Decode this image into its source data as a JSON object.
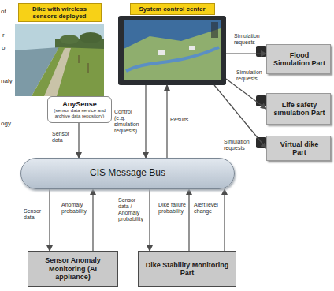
{
  "diagram": {
    "nodes": [
      {
        "text": [
          "Dike with wireless sensors deployed"
        ]
      },
      {
        "text": [
          "System control center"
        ]
      },
      {
        "text": [
          "Flood Simulation Part"
        ]
      },
      {
        "text": [
          "AnySense",
          "(sensor data service and archive data repository)"
        ]
      },
      {
        "text": [
          "Life safety simulation Part"
        ]
      },
      {
        "text": [
          "Virtual dike Part"
        ]
      },
      {
        "text": [
          "CIS Message Bus"
        ]
      },
      {
        "text": [
          "Sensor Anomaly Monitoring (AI appliance)"
        ]
      },
      {
        "text": [
          "Dike Stability Monitoring Part"
        ]
      }
    ],
    "edges": [
      {
        "from": 1,
        "to": 2,
        "label": "Simulation requests",
        "arrow": "to"
      },
      {
        "from": 1,
        "to": 4,
        "label": "Simulation requests",
        "arrow": "to"
      },
      {
        "from": 1,
        "to": 5,
        "label": "Simulation requests",
        "arrow": "to"
      },
      {
        "from": 3,
        "to": 6,
        "label": "Sensor data",
        "arrow": "to"
      },
      {
        "from": 1,
        "to": 6,
        "label": "Control (e.g. simulation requests)",
        "arrow": "to"
      },
      {
        "from": 6,
        "to": 1,
        "label": "Results",
        "arrow": "to"
      },
      {
        "from": 6,
        "to": 7,
        "label": "Sensor data",
        "arrow": "to"
      },
      {
        "from": 7,
        "to": 6,
        "label": "Anomaly probability",
        "arrow": "to"
      },
      {
        "from": 6,
        "to": 8,
        "label": "Sensor data / Anomaly probability",
        "arrow": "to"
      },
      {
        "from": 8,
        "to": 6,
        "label": "Dike failure probability",
        "arrow": "to"
      },
      {
        "from": 8,
        "to": 6,
        "label": "Alert level change",
        "arrow": "to"
      }
    ],
    "labels": [
      "of",
      "r",
      "o",
      "naly",
      "ogy"
    ]
  }
}
